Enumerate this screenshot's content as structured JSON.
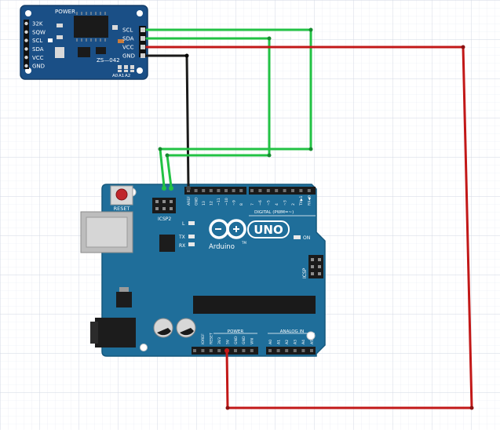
{
  "rtc_module": {
    "power_label": "POWER",
    "left_pins": [
      "32K",
      "SQW",
      "SCL",
      "SDA",
      "VCC",
      "GND"
    ],
    "right_pins": [
      "SCL",
      "SDA",
      "VCC",
      "GND"
    ],
    "model_label": "ZS—042",
    "address_labels": [
      "A0",
      "A1",
      "A2"
    ]
  },
  "arduino": {
    "reset_label": "RESET",
    "icsp2_label": "ICSP2",
    "icsp_label": "ICSP",
    "l_label": "L",
    "tx_label": "TX",
    "rx_label": "RX",
    "on_label": "ON",
    "brand_uno": "UNO",
    "brand_name": "Arduino",
    "trademark": "TM",
    "digital_label": "DIGITAL (PWM=~)",
    "power_label": "POWER",
    "analog_label": "ANALOG IN",
    "digital_pin_labels": [
      "AREF",
      "GND",
      "13",
      "12",
      "~11",
      "~10",
      "~9",
      "8",
      "7",
      "~6",
      "~5",
      "4",
      "~3",
      "2",
      "TX▶1",
      "RX◀0"
    ],
    "power_pin_labels": [
      "IOREF",
      "RESET",
      "3V3",
      "5V",
      "GND",
      "GND",
      "VIN"
    ],
    "analog_pin_labels": [
      "A0",
      "A1",
      "A2",
      "A3",
      "A4",
      "A5"
    ]
  },
  "colors": {
    "board": "#1f6e9a",
    "rtc_board": "#1a4f86",
    "wire_sda_scl": "#22c244",
    "wire_vcc": "#c21818",
    "wire_gnd": "#1a1a1a",
    "grid": "#dfe3ee"
  }
}
